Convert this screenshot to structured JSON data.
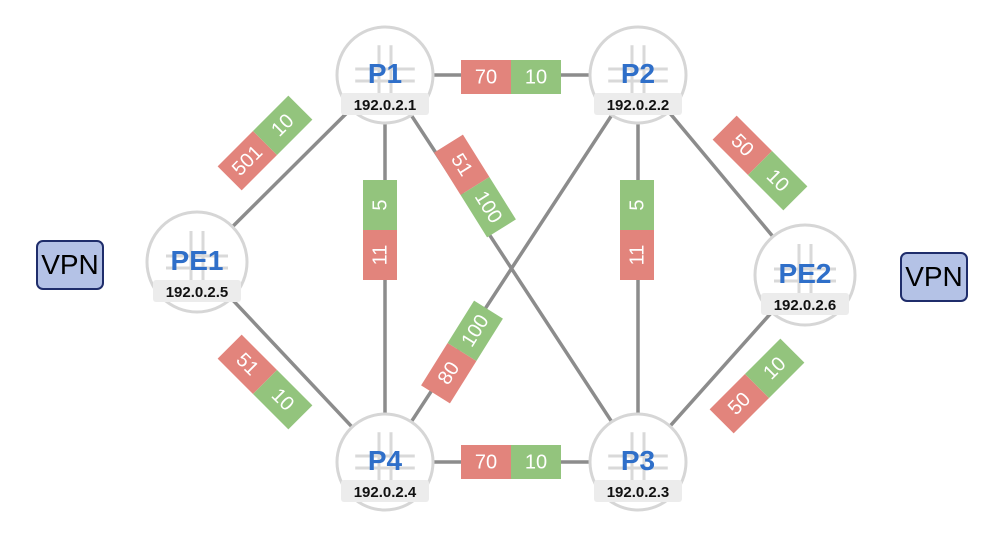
{
  "vpn_left": "VPN",
  "vpn_right": "VPN",
  "routers": [
    {
      "id": "P1",
      "name": "P1",
      "ip": "192.0.2.1"
    },
    {
      "id": "P2",
      "name": "P2",
      "ip": "192.0.2.2"
    },
    {
      "id": "P3",
      "name": "P3",
      "ip": "192.0.2.3"
    },
    {
      "id": "P4",
      "name": "P4",
      "ip": "192.0.2.4"
    },
    {
      "id": "PE1",
      "name": "PE1",
      "ip": "192.0.2.5"
    },
    {
      "id": "PE2",
      "name": "PE2",
      "ip": "192.0.2.6"
    }
  ],
  "links": [
    {
      "from": "P1",
      "to": "P2",
      "red": "70",
      "green": "10"
    },
    {
      "from": "P4",
      "to": "P3",
      "red": "70",
      "green": "10"
    },
    {
      "from": "PE1",
      "to": "P1",
      "red": "501",
      "green": "10"
    },
    {
      "from": "PE1",
      "to": "P4",
      "red": "51",
      "green": "10"
    },
    {
      "from": "P2",
      "to": "PE2",
      "red": "50",
      "green": "10"
    },
    {
      "from": "P3",
      "to": "PE2",
      "red": "50",
      "green": "10"
    },
    {
      "from": "P1",
      "to": "P4",
      "red": "11",
      "green": "5"
    },
    {
      "from": "P2",
      "to": "P3",
      "red": "11",
      "green": "5"
    },
    {
      "from": "P1",
      "to": "P3",
      "red": "51",
      "green": "100"
    },
    {
      "from": "P4",
      "to": "P2",
      "red": "80",
      "green": "100"
    }
  ],
  "colors": {
    "metric_red": "#e2847c",
    "metric_green": "#93c47d",
    "link_line": "#8c8c8c",
    "router_label": "#2f6fc9",
    "router_outline": "#d6d6d6",
    "vpn_fill": "#b4c2e6",
    "vpn_border": "#1f2d6b"
  }
}
